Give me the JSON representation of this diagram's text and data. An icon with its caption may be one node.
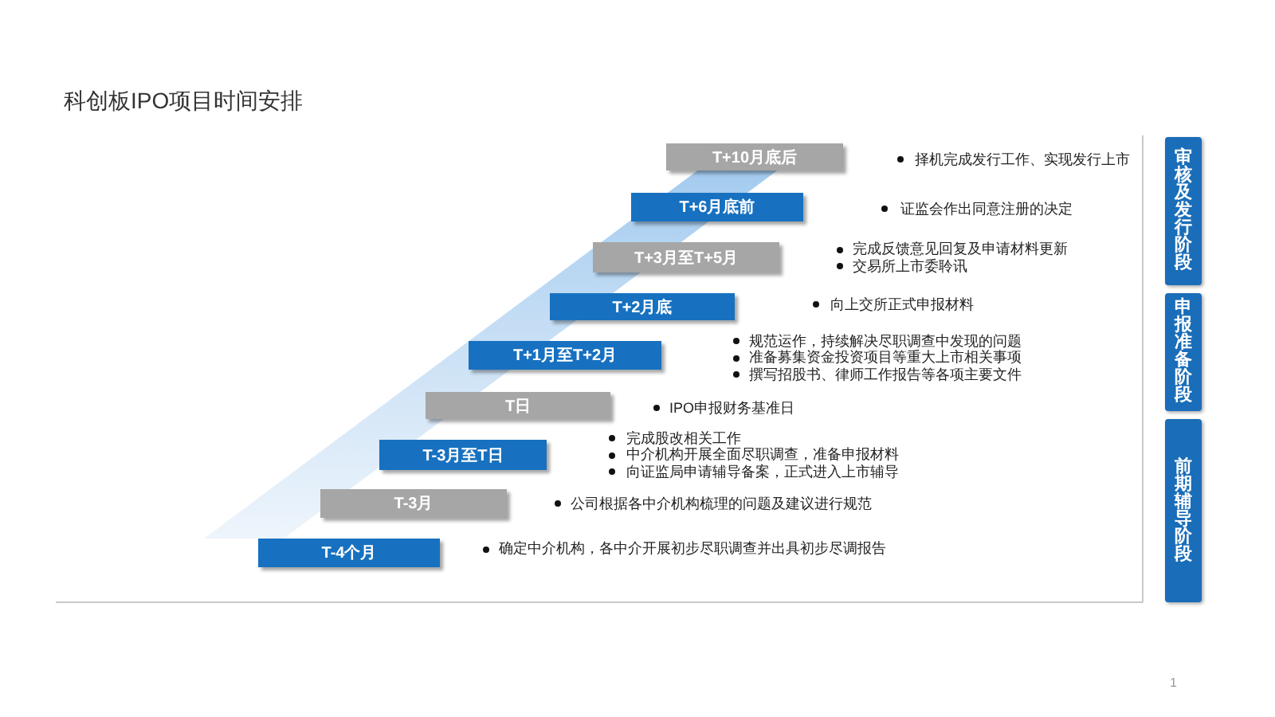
{
  "diagram": {
    "title": "科创板IPO项目时间安排",
    "nodes": [
      {
        "text": [
          "T+10月底后"
        ]
      },
      {
        "text": [
          "T+6月底前"
        ]
      },
      {
        "text": [
          "T+3月至T+5月"
        ]
      },
      {
        "text": [
          "T+2月底"
        ]
      },
      {
        "text": [
          "T+1月至T+2月"
        ]
      },
      {
        "text": [
          "T日"
        ]
      },
      {
        "text": [
          "T-3月至T日"
        ]
      },
      {
        "text": [
          "T-3月"
        ]
      },
      {
        "text": [
          "T-4个月"
        ]
      },
      {
        "text": [
          "审核及发行阶段"
        ]
      },
      {
        "text": [
          "申报准备阶段"
        ]
      },
      {
        "text": [
          "前期辅导阶段"
        ]
      }
    ],
    "labels": [
      "择机完成发行工作、实现发行上市",
      "证监会作出同意注册的决定",
      "完成反馈意见回复及申请材料更新",
      "交易所上市委聆讯",
      "向上交所正式申报材料",
      "规范运作，持续解决尽职调查中发现的问题",
      "准备募集资金投资项目等重大上市相关事项",
      "撰写招股书、律师工作报告等各项主要文件",
      "IPO申报财务基准日",
      "完成股改相关工作",
      "中介机构开展全面尽职调查，准备申报材料",
      "向证监局申请辅导备案，正式进入上市辅导",
      "公司根据各中介机构梳理的问题及建议进行规范",
      "确定中介机构，各中介开展初步尽职调查并出具初步尽调报告",
      "1"
    ]
  }
}
